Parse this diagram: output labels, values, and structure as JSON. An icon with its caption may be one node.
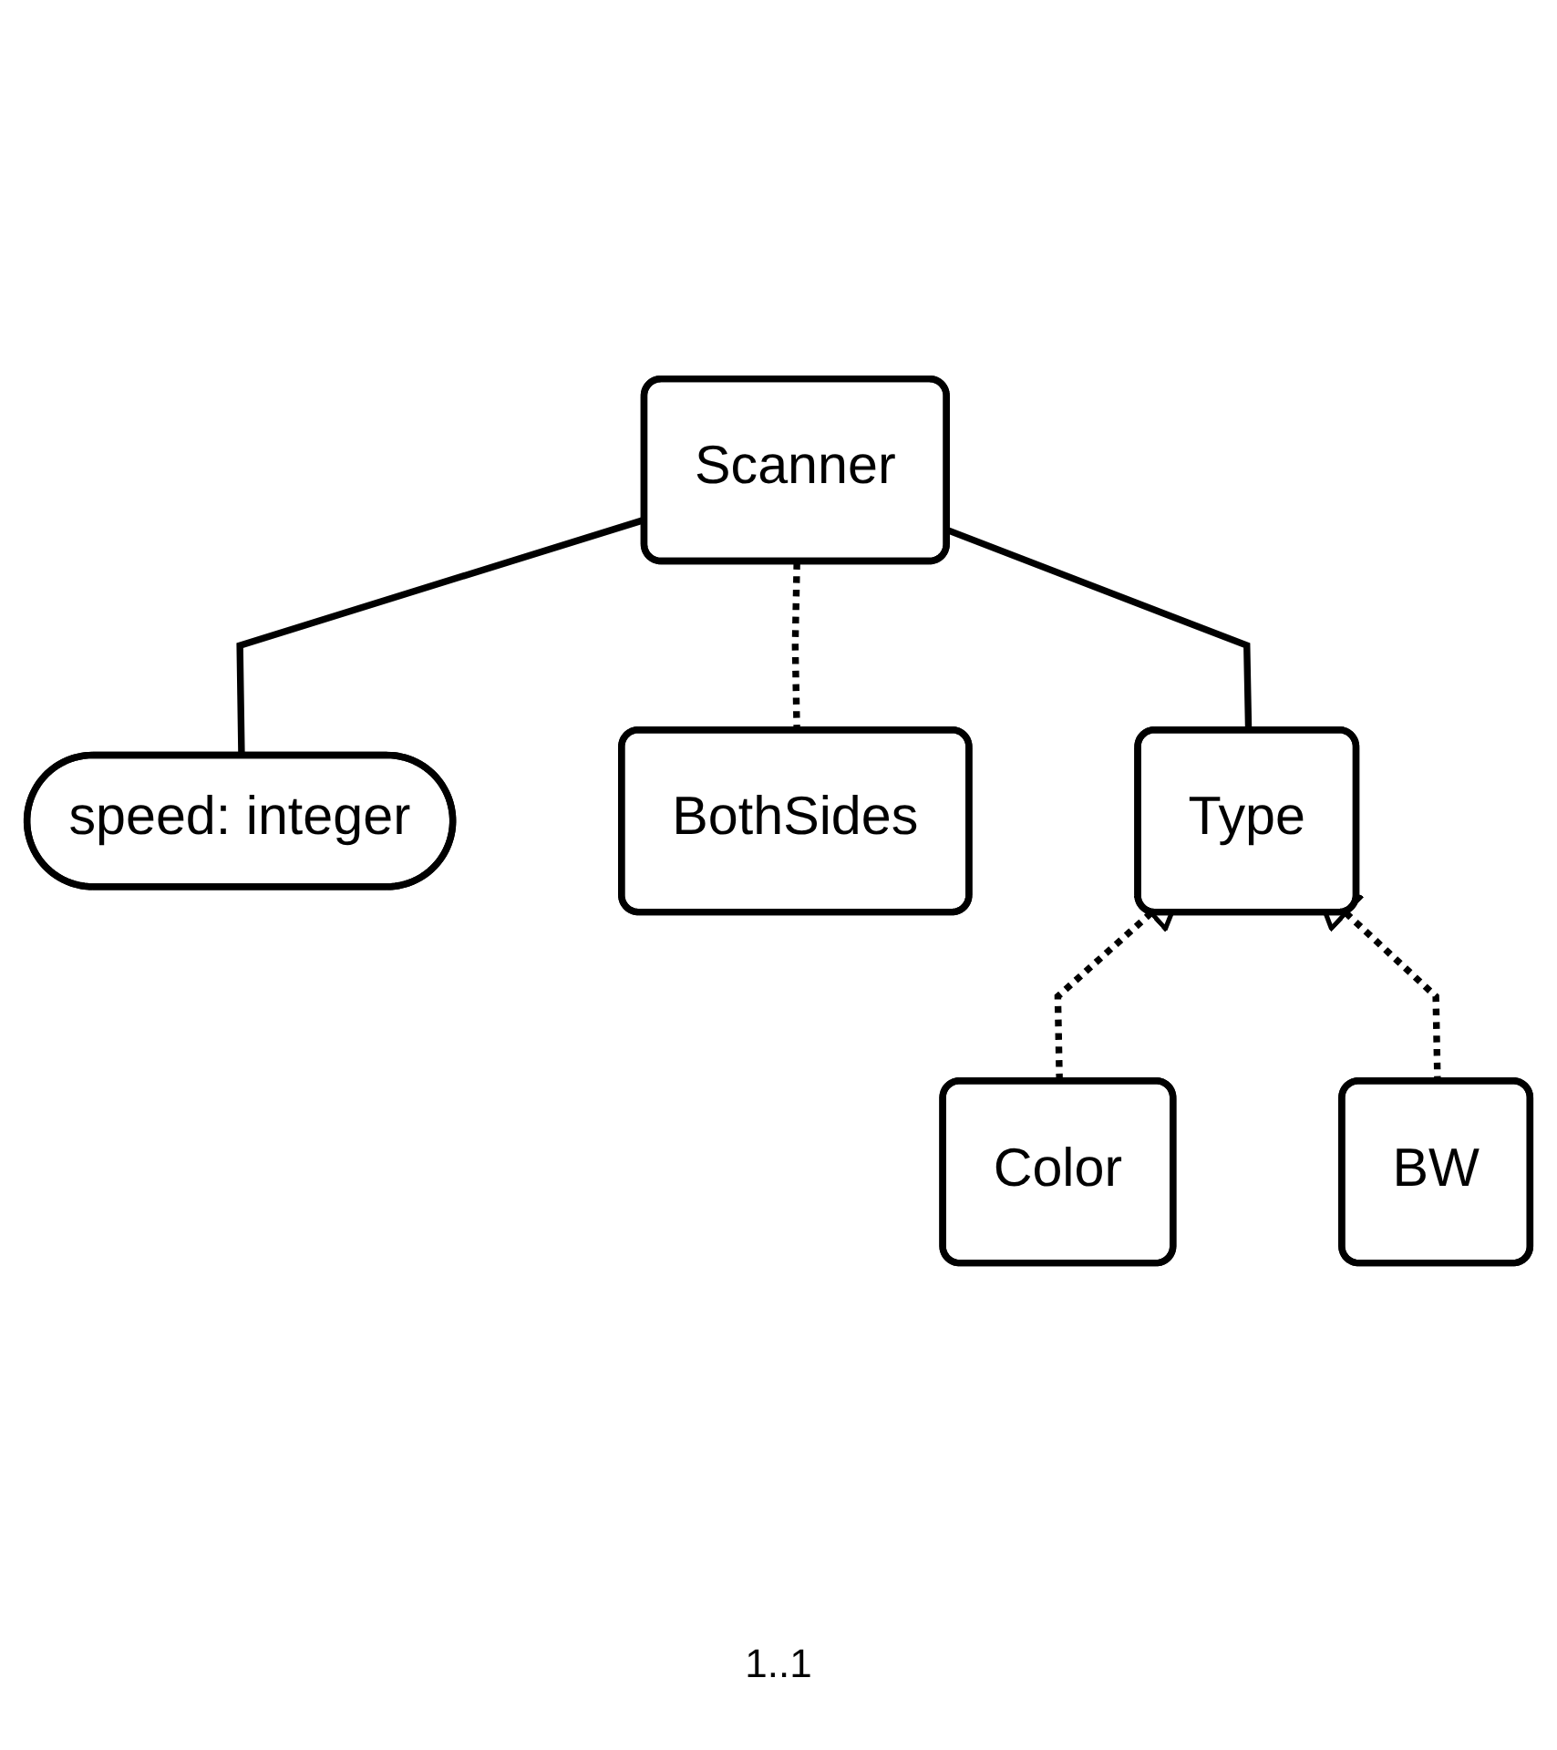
{
  "diagram": {
    "nodes": [
      {
        "text": [
          "Scanner"
        ]
      },
      {
        "text": [
          "speed: integer"
        ]
      },
      {
        "text": [
          "BothSides"
        ]
      },
      {
        "text": [
          "Type"
        ]
      },
      {
        "text": [
          "Color"
        ]
      },
      {
        "text": [
          "BW"
        ]
      }
    ],
    "edges": [
      {
        "from": 0,
        "to": 1,
        "arrow": "none"
      },
      {
        "from": 0,
        "to": 2,
        "arrow": "none",
        "style": "dashed"
      },
      {
        "from": 0,
        "to": 3,
        "arrow": "none"
      },
      {
        "from": 4,
        "to": 3,
        "arrow": "to",
        "style": "dashed"
      },
      {
        "from": 5,
        "to": 3,
        "arrow": "to",
        "style": "dashed"
      }
    ],
    "labels": [
      "1..1"
    ]
  }
}
